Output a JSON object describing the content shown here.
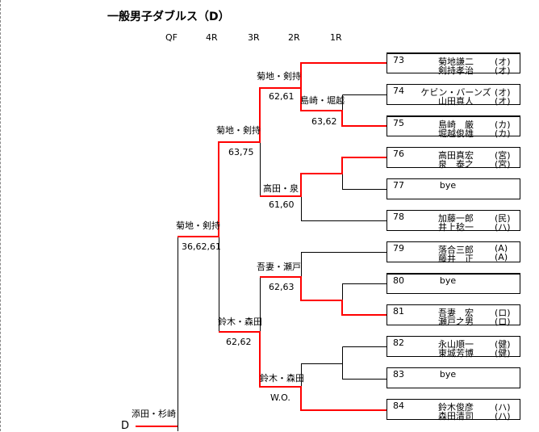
{
  "title": "一般男子ダブルス（D）",
  "rounds": [
    "QF",
    "4R",
    "3R",
    "2R",
    "1R"
  ],
  "entries": [
    {
      "no": "73",
      "p1": "菊地謙二",
      "a1": "(オ)",
      "p2": "剣持孝治",
      "a2": "(オ)"
    },
    {
      "no": "74",
      "p1": "ケビン・バーンズ",
      "a1": "(オ)",
      "p2": "山田真人",
      "a2": "(オ)"
    },
    {
      "no": "75",
      "p1": "島崎　厳",
      "a1": "(カ)",
      "p2": "堀越俊雄",
      "a2": "(カ)"
    },
    {
      "no": "76",
      "p1": "高田真宏",
      "a1": "(宮)",
      "p2": "泉　泰之",
      "a2": "(宮)"
    },
    {
      "no": "77",
      "p1": "bye",
      "a1": "",
      "p2": "",
      "a2": ""
    },
    {
      "no": "78",
      "p1": "加藤一郎",
      "a1": "(民)",
      "p2": "井上稔一",
      "a2": "(ハ)"
    },
    {
      "no": "79",
      "p1": "落合三郎",
      "a1": "(A)",
      "p2": "藤井　正",
      "a2": "(A)"
    },
    {
      "no": "80",
      "p1": "bye",
      "a1": "",
      "p2": "",
      "a2": ""
    },
    {
      "no": "81",
      "p1": "吾妻　宏",
      "a1": "(ロ)",
      "p2": "瀬戸之男",
      "a2": "(ロ)"
    },
    {
      "no": "82",
      "p1": "永山順一",
      "a1": "(健)",
      "p2": "東城芳博",
      "a2": "(健)"
    },
    {
      "no": "83",
      "p1": "bye",
      "a1": "",
      "p2": "",
      "a2": ""
    },
    {
      "no": "84",
      "p1": "鈴木俊彦",
      "a1": "(ハ)",
      "p2": "森田清司",
      "a2": "(ハ)"
    }
  ],
  "results": {
    "r2a": {
      "winner": "菊地・剣持",
      "score": "62,61"
    },
    "r1a": {
      "winner": "島崎・堀越",
      "score": "63,62"
    },
    "r3a": {
      "winner": "菊地・剣持",
      "score": "63,75"
    },
    "r2b": {
      "winner": "高田・泉",
      "score": "61,60"
    },
    "r4a": {
      "winner": "菊地・剣持",
      "score": "36,62,61"
    },
    "r2c": {
      "winner": "吾妻・瀬戸",
      "score": "62,63"
    },
    "r3b": {
      "winner": "鈴木・森田",
      "score": "62,62"
    },
    "r2d": {
      "winner": "鈴木・森田",
      "score": "W.O."
    }
  },
  "qf_opponent": {
    "label": "D",
    "winner": "添田・杉崎"
  },
  "colors": {
    "winner_line": "#ff0000",
    "line": "#000000"
  }
}
